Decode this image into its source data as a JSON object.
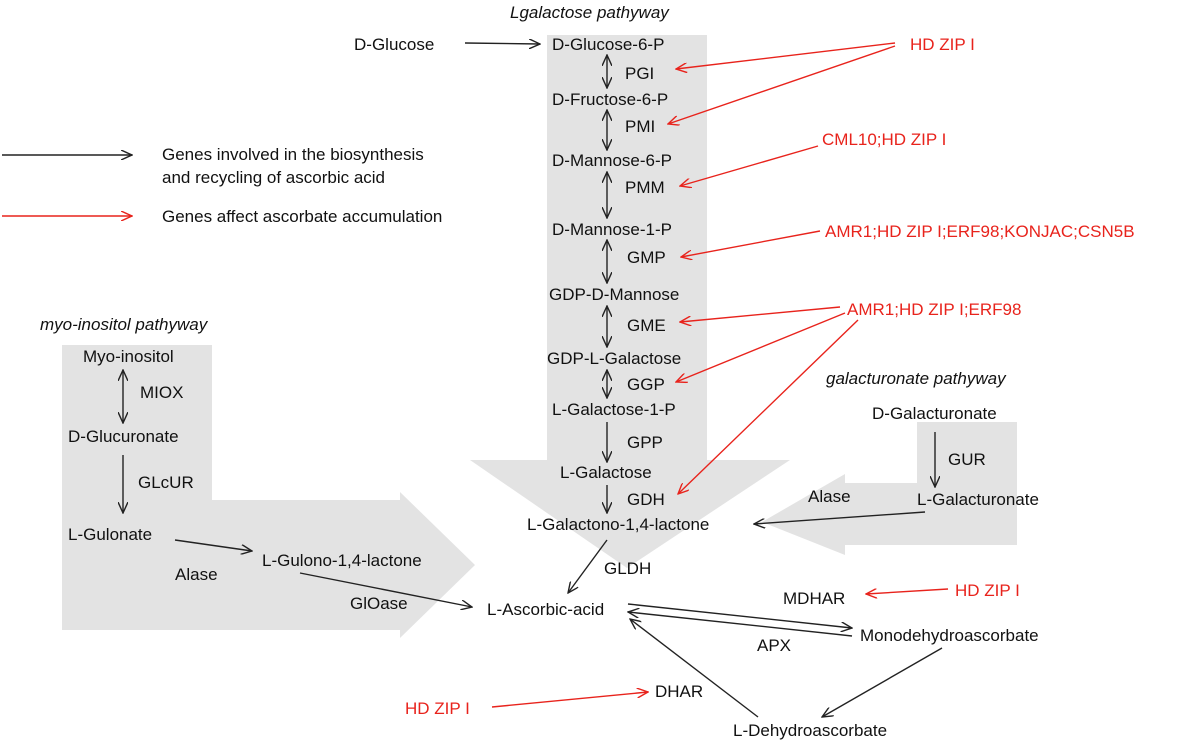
{
  "pathways": {
    "lgalactose": "Lgalactose pathyway",
    "myo_inositol": "myo-inositol pathyway",
    "galacturonate": "galacturonate pathyway"
  },
  "legend": {
    "black_label_line1": "Genes involved in the biosynthesis",
    "black_label_line2": "and recycling of ascorbic acid",
    "red_label": "Genes affect ascorbate accumulation"
  },
  "main_pathway": {
    "d_glucose": "D-Glucose",
    "d_glucose_6p": "D-Glucose-6-P",
    "pgi": "PGI",
    "d_fructose_6p": "D-Fructose-6-P",
    "pmi": "PMI",
    "d_mannose_6p": "D-Mannose-6-P",
    "pmm": "PMM",
    "d_mannose_1p": "D-Mannose-1-P",
    "gmp": "GMP",
    "gdp_d_mannose": "GDP-D-Mannose",
    "gme": "GME",
    "gdp_l_galactose": "GDP-L-Galactose",
    "ggp": "GGP",
    "l_galactose_1p": "L-Galactose-1-P",
    "gpp": "GPP",
    "l_galactose": "L-Galactose",
    "gdh": "GDH",
    "l_galactono_lactone": "L-Galactono-1,4-lactone",
    "gldh": "GLDH"
  },
  "myo_pathway": {
    "myo_inositol": "Myo-inositol",
    "miox": "MIOX",
    "d_glucuronate": "D-Glucuronate",
    "glcur": "GLcUR",
    "l_gulonate": "L-Gulonate",
    "alase": "Alase",
    "l_gulono_lactone": "L-Gulono-1,4-lactone",
    "gloase": "GlOase"
  },
  "gal_pathway": {
    "d_galacturonate": "D-Galacturonate",
    "gur": "GUR",
    "l_galacturonate": "L-Galacturonate",
    "alase": "Alase"
  },
  "recycling": {
    "l_ascorbic_acid": "L-Ascorbic-acid",
    "mdhar": "MDHAR",
    "monodehydroascorbate": "Monodehydroascorbate",
    "apx": "APX",
    "dhar": "DHAR",
    "l_dehydroascorbate": "L-Dehydroascorbate"
  },
  "regulators": {
    "r1": "HD ZIP I",
    "r2": "CML10;HD ZIP I",
    "r3": "AMR1;HD ZIP I;ERF98;KONJAC;CSN5B",
    "r4": "AMR1;HD ZIP I;ERF98",
    "r5": "HD ZIP I",
    "r6": "HD ZIP I"
  },
  "colors": {
    "background_band": "#e3e3e3",
    "gene_arrow": "#222222",
    "regulator": "#e8231c"
  }
}
